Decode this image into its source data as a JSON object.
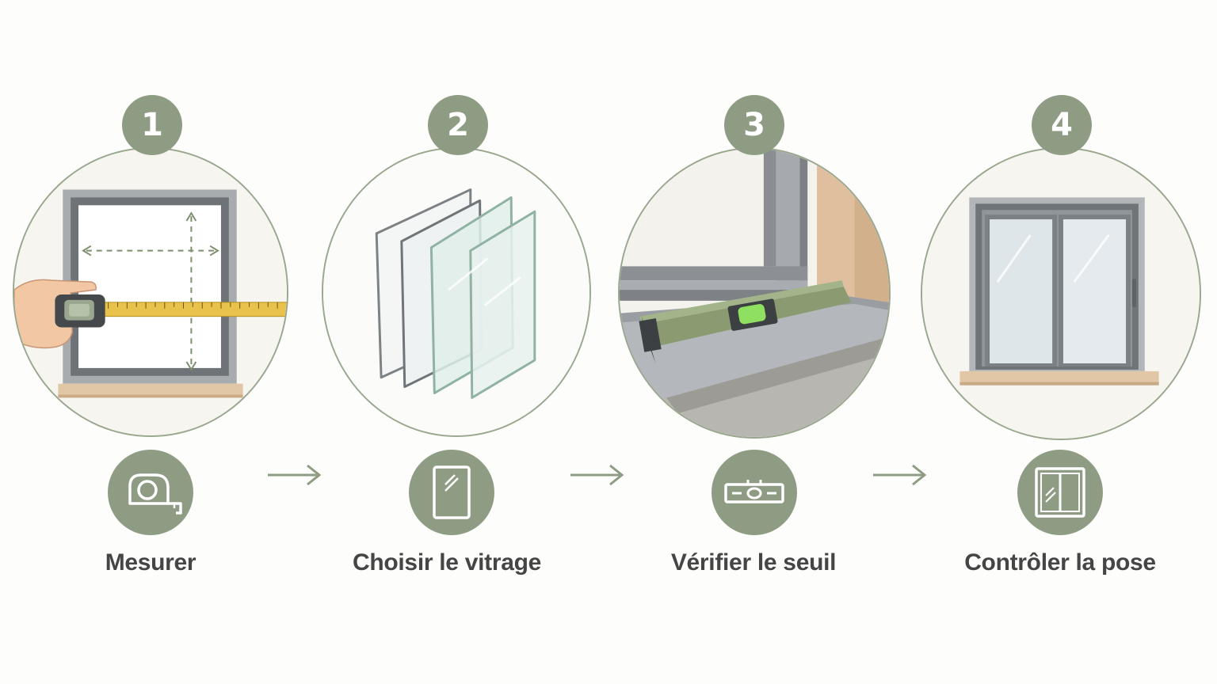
{
  "colors": {
    "accent": "#8f9c84",
    "label_text": "#454545",
    "background": "#fdfdfc"
  },
  "steps": [
    {
      "number": "1",
      "label": "Mesurer",
      "icon": "tape-measure-icon",
      "scene": "hand-measuring-window-with-tape"
    },
    {
      "number": "2",
      "label": "Choisir le vitrage",
      "icon": "glass-pane-icon",
      "scene": "glass-panes"
    },
    {
      "number": "3",
      "label": "Vérifier le seuil",
      "icon": "spirit-level-icon",
      "scene": "level-on-window-sill"
    },
    {
      "number": "4",
      "label": "Contrôler la pose",
      "icon": "window-frame-icon",
      "scene": "installed-sliding-window"
    }
  ],
  "connectors": [
    "arrow-right-icon",
    "arrow-right-icon",
    "arrow-right-icon"
  ]
}
